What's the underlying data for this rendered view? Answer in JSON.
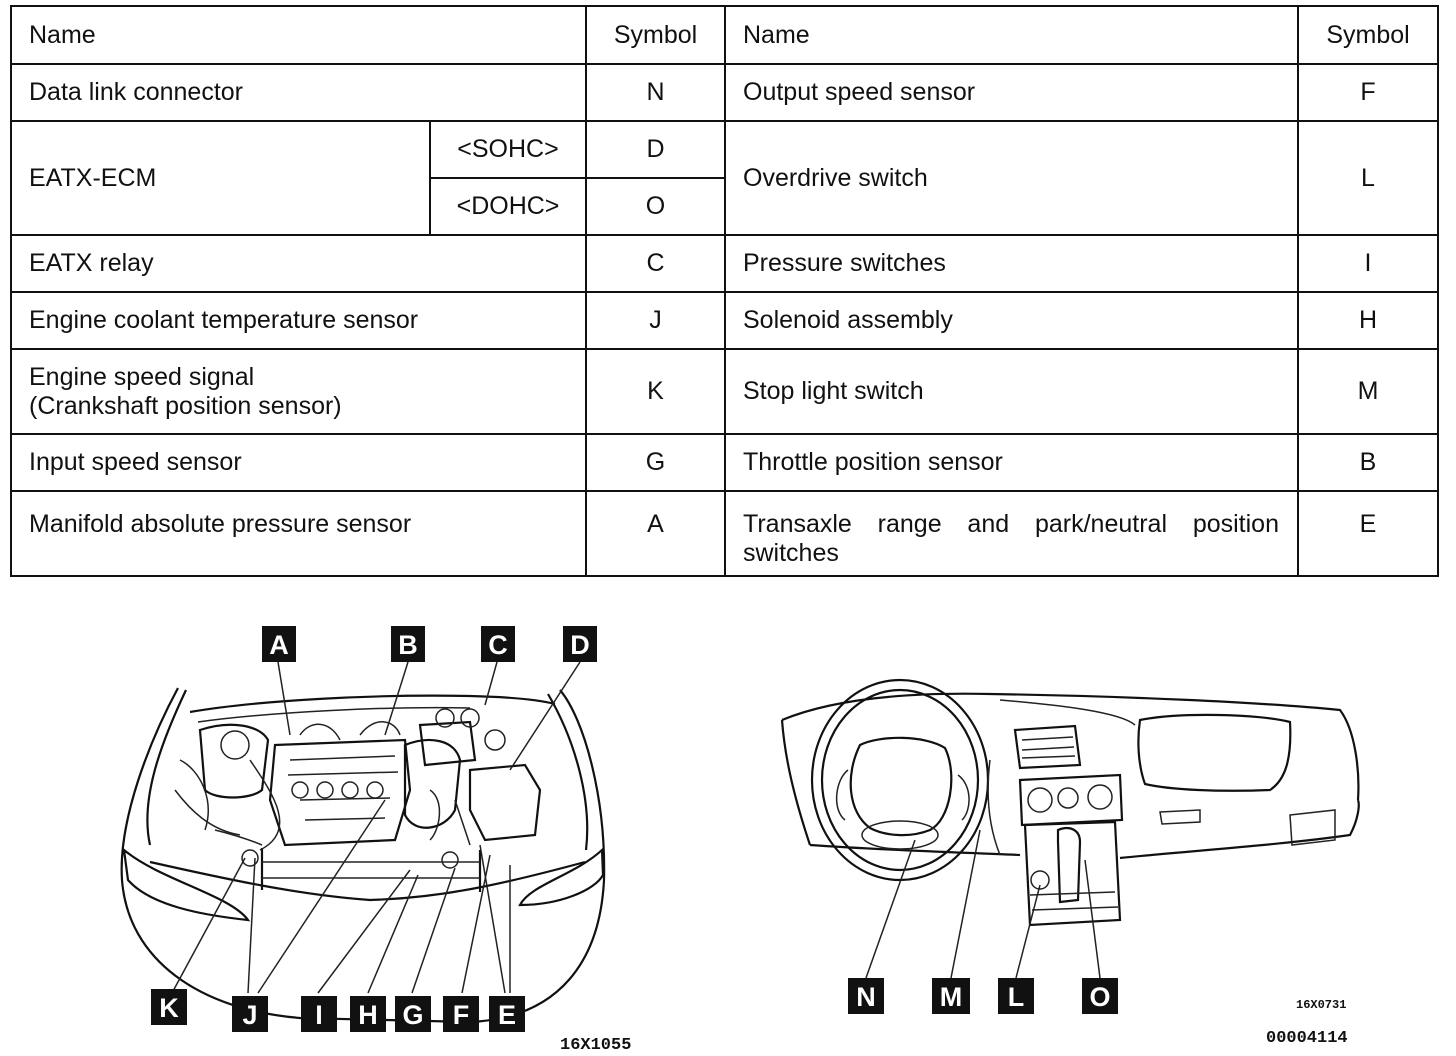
{
  "table": {
    "headers": {
      "name1": "Name",
      "symbol1": "Symbol",
      "name2": "Name",
      "symbol2": "Symbol"
    },
    "rows": [
      {
        "left_name": "Data link connector",
        "left_symbol": "N",
        "right_name": "Output speed sensor",
        "right_symbol": "F"
      },
      {
        "left_name": "EATX-ECM",
        "left_variant_a": "<SOHC>",
        "left_symbol_a": "D",
        "left_variant_b": "<DOHC>",
        "left_symbol_b": "O",
        "right_name": "Overdrive switch",
        "right_symbol": "L"
      },
      {
        "left_name": "EATX relay",
        "left_symbol": "C",
        "right_name": "Pressure switches",
        "right_symbol": "I"
      },
      {
        "left_name": "Engine coolant temperature sensor",
        "left_symbol": "J",
        "right_name": "Solenoid assembly",
        "right_symbol": "H"
      },
      {
        "left_name_line1": "Engine speed signal",
        "left_name_line2": "(Crankshaft position sensor)",
        "left_symbol": "K",
        "right_name": "Stop light switch",
        "right_symbol": "M"
      },
      {
        "left_name": "Input speed sensor",
        "left_symbol": "G",
        "right_name": "Throttle position sensor",
        "right_symbol": "B"
      },
      {
        "left_name": "Manifold absolute pressure sensor",
        "left_symbol": "A",
        "right_name": "Transaxle range and park/neutral position switches",
        "right_symbol": "E"
      }
    ]
  },
  "engine_diagram": {
    "top_labels": [
      "A",
      "B",
      "C",
      "D"
    ],
    "bottom_labels": [
      "K",
      "J",
      "I",
      "H",
      "G",
      "F",
      "E"
    ],
    "figure_code": "16X1055"
  },
  "interior_diagram": {
    "labels": [
      "N",
      "M",
      "L",
      "O"
    ],
    "figure_code": "16X0731",
    "doc_code": "00004114"
  }
}
